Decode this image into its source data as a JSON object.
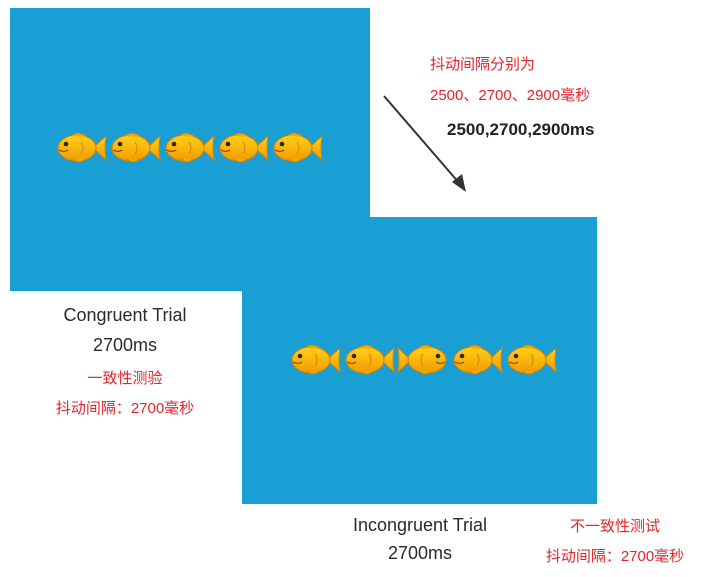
{
  "congruent": {
    "title": "Congruent Trial",
    "time": "2700ms",
    "label_cn": "一致性测验",
    "jitter_cn": "抖动间隔：2700毫秒",
    "fish_directions": [
      "left",
      "left",
      "left",
      "left",
      "left"
    ]
  },
  "incongruent": {
    "title": "Incongruent Trial",
    "time": "2700ms",
    "label_cn": "不一致性测试",
    "jitter_cn": "抖动间隔：2700毫秒",
    "fish_directions": [
      "left",
      "left",
      "right",
      "left",
      "left"
    ]
  },
  "jitter_note": {
    "heading_cn": "抖动间隔分别为",
    "values_cn": "2500、2700、2900毫秒",
    "values_en": "2500,2700,2900ms"
  },
  "colors": {
    "panel": "#1a9fd4",
    "red_text": "#e0262c",
    "fish": "#f5b400"
  }
}
